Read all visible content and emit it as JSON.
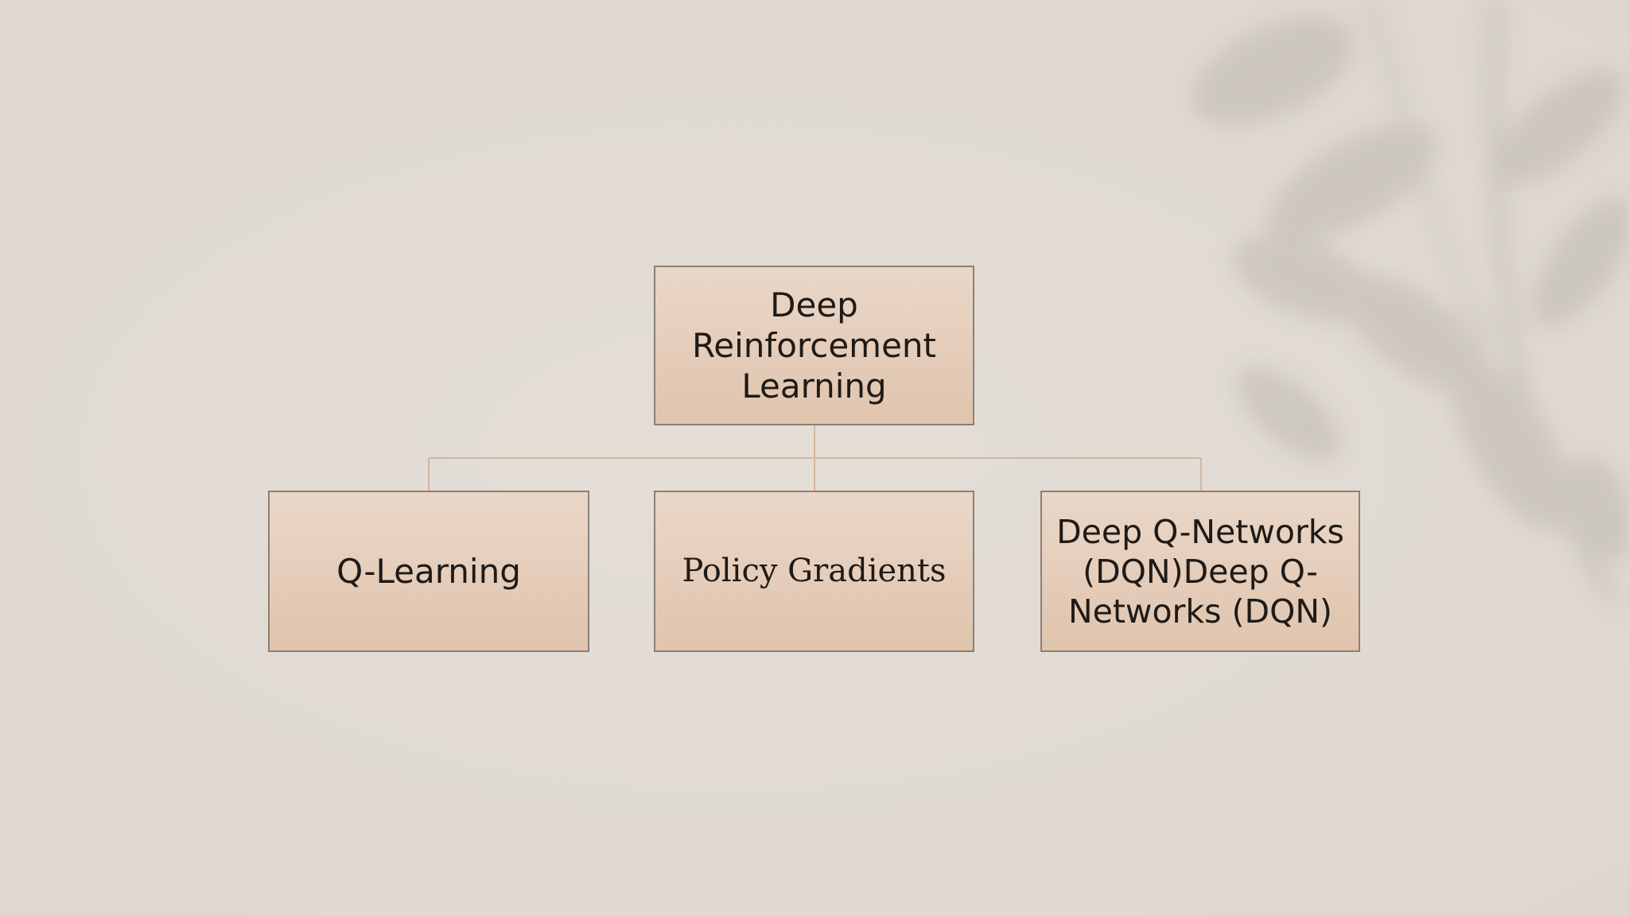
{
  "diagram": {
    "root": {
      "label": "Deep Reinforcement Learning"
    },
    "children": [
      {
        "label": "Q-Learning"
      },
      {
        "label": "Policy Gradients"
      },
      {
        "label": "Deep Q-Networks (DQN)Deep Q-Networks (DQN)"
      }
    ]
  },
  "colors": {
    "background": "#e1dbd4",
    "box_fill_top": "#ead7c8",
    "box_fill_bottom": "#e0c4ad",
    "box_border": "#8a8078",
    "connector": "#d6b69c",
    "text": "#1e1a17"
  }
}
